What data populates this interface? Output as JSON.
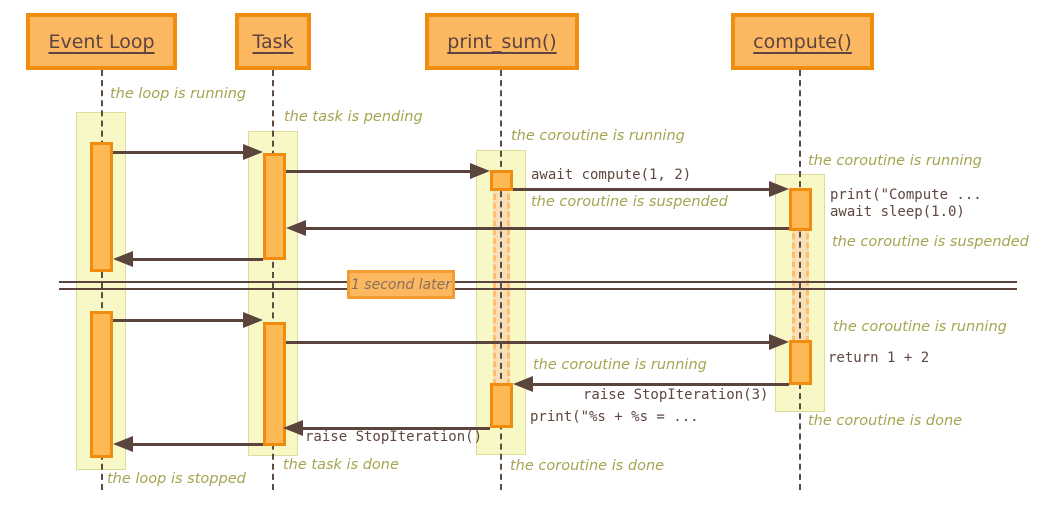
{
  "participants": [
    {
      "id": "event-loop",
      "label": "Event Loop"
    },
    {
      "id": "task",
      "label": "Task"
    },
    {
      "id": "print-sum",
      "label": "print_sum()"
    },
    {
      "id": "compute",
      "label": "compute()"
    }
  ],
  "notes": {
    "loop_running": "the loop is running",
    "task_pending": "the task is pending",
    "print_sum_running_1": "the coroutine is running",
    "print_sum_suspended": "the coroutine is suspended",
    "compute_running_1": "the coroutine is running",
    "compute_suspended": "the coroutine is suspended",
    "compute_running_2": "the coroutine is running",
    "print_sum_running_2": "the coroutine is running",
    "compute_done": "the coroutine is done",
    "print_sum_done": "the coroutine is done",
    "task_done": "the task is done",
    "loop_stopped": "the loop is stopped"
  },
  "messages": {
    "await_compute": "await compute(1, 2)",
    "print_compute": "print(\"Compute ...",
    "await_sleep": "await sleep(1.0)",
    "return_sum": "return 1 + 2",
    "raise_stop_3": "raise StopIteration(3)",
    "print_result": "print(\"%s + %s = ...",
    "raise_stop": "raise StopIteration()"
  },
  "divider": {
    "label": "1 second later"
  },
  "colors": {
    "header_fill": "#FBB860",
    "header_border": "#F08C0E",
    "band_fill": "#F8F8C6",
    "activation_fill": "#FCB954",
    "activation_border": "#F28C0F",
    "suspended_fill": "#F8DFB8",
    "suspended_border": "#FFBE6E",
    "arrow": "#5A443C",
    "note_text": "#A5A551",
    "code_text": "#5F463E",
    "title_text": "#5E4343"
  }
}
